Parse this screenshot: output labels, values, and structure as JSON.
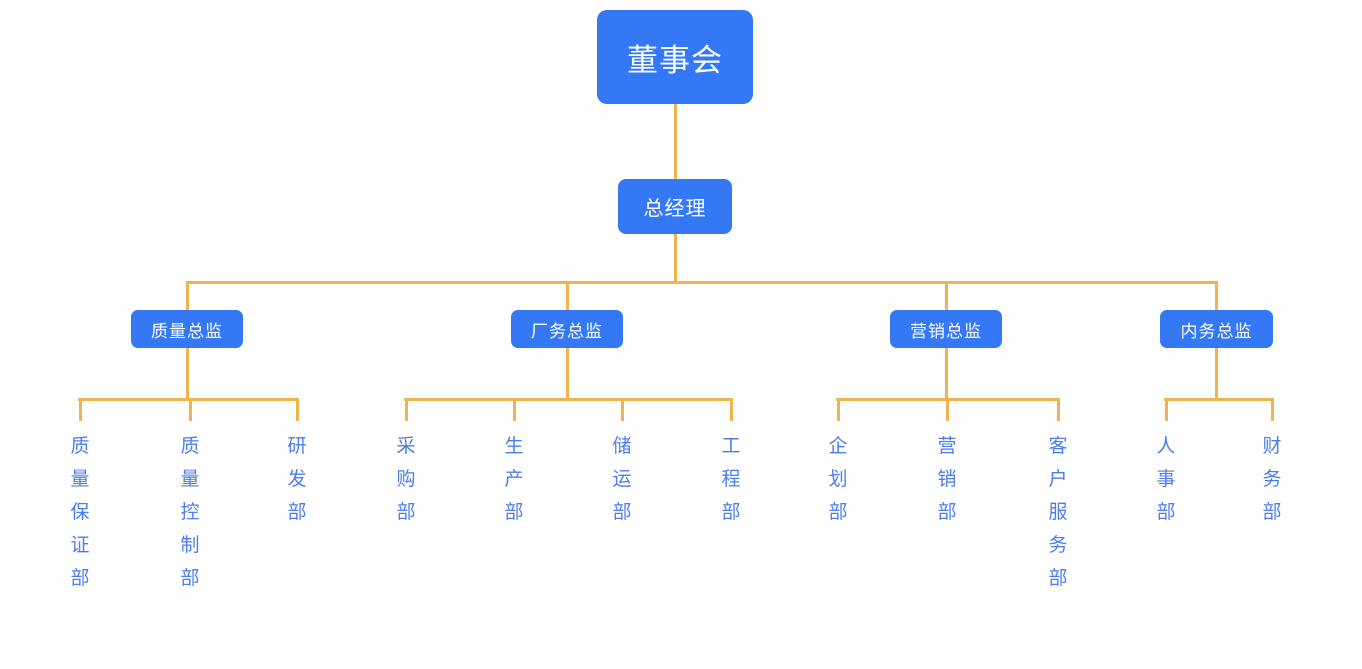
{
  "colors": {
    "node_fill": "#3478F6",
    "node_text": "#FFFFFF",
    "department_text": "#4A7DF0",
    "connector": "#EFB44E",
    "background": "#FFFFFF"
  },
  "org": {
    "root": "董事会",
    "manager": "总经理",
    "branches": [
      {
        "director": "质量总监",
        "departments": [
          "质量保证部",
          "质量控制部",
          "研发部"
        ]
      },
      {
        "director": "厂务总监",
        "departments": [
          "采购部",
          "生产部",
          "储运部",
          "工程部"
        ]
      },
      {
        "director": "营销总监",
        "departments": [
          "企划部",
          "营销部",
          "客户服务部"
        ]
      },
      {
        "director": "内务总监",
        "departments": [
          "人事部",
          "财务部"
        ]
      }
    ]
  }
}
